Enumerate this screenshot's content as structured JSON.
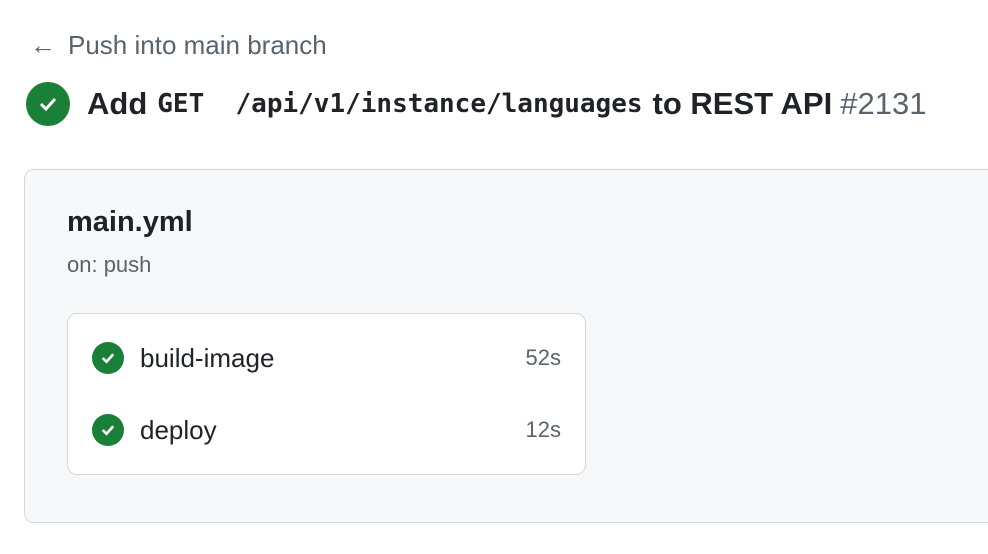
{
  "back": {
    "label": "Push into main branch",
    "icon": "arrow-left-icon"
  },
  "title": {
    "prefix": "Add",
    "code": "GET  /api/v1/instance/languages",
    "suffix": "to REST API",
    "number": "#2131",
    "status": "success"
  },
  "workflow": {
    "name": "main.yml",
    "trigger": "on: push",
    "jobs": [
      {
        "name": "build-image",
        "duration": "52s",
        "status": "success"
      },
      {
        "name": "deploy",
        "duration": "12s",
        "status": "success"
      }
    ]
  },
  "colors": {
    "success": "#1a7f37"
  }
}
